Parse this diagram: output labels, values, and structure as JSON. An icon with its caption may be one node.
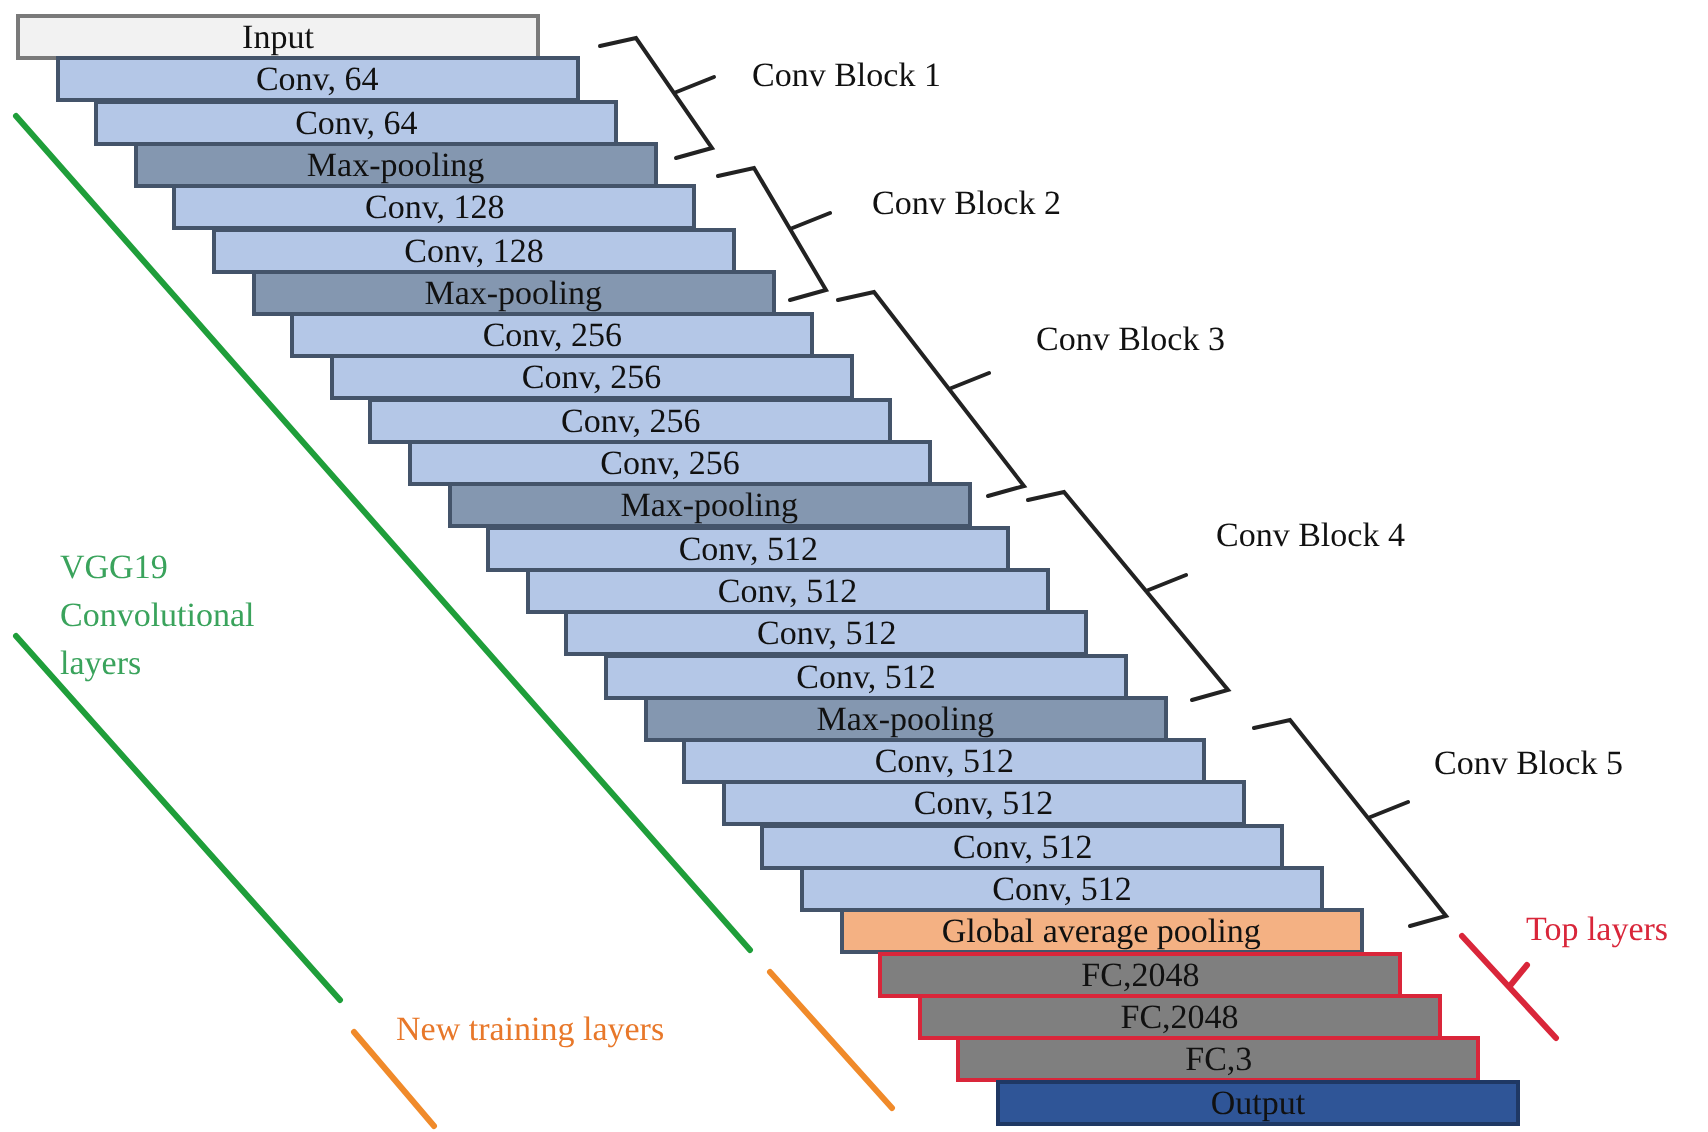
{
  "diagram": {
    "nodes": [
      {
        "text": [
          "Input"
        ]
      },
      {
        "text": [
          "Conv, 64"
        ]
      },
      {
        "text": [
          "Conv, 64"
        ]
      },
      {
        "text": [
          "Max-pooling"
        ]
      },
      {
        "text": [
          "Conv, 128"
        ]
      },
      {
        "text": [
          "Conv, 128"
        ]
      },
      {
        "text": [
          "Max-pooling"
        ]
      },
      {
        "text": [
          "Conv, 256"
        ]
      },
      {
        "text": [
          "Conv, 256"
        ]
      },
      {
        "text": [
          "Conv, 256"
        ]
      },
      {
        "text": [
          "Conv, 256"
        ]
      },
      {
        "text": [
          "Max-pooling"
        ]
      },
      {
        "text": [
          "Conv, 512"
        ]
      },
      {
        "text": [
          "Conv, 512"
        ]
      },
      {
        "text": [
          "Conv, 512"
        ]
      },
      {
        "text": [
          "Conv, 512"
        ]
      },
      {
        "text": [
          "Max-pooling"
        ]
      },
      {
        "text": [
          "Conv, 512"
        ]
      },
      {
        "text": [
          "Conv, 512"
        ]
      },
      {
        "text": [
          "Conv, 512"
        ]
      },
      {
        "text": [
          "Conv, 512"
        ]
      },
      {
        "text": [
          "Global average pooling"
        ]
      },
      {
        "text": [
          "FC,2048"
        ]
      },
      {
        "text": [
          "FC,2048"
        ]
      },
      {
        "text": [
          "FC,3"
        ]
      },
      {
        "text": [
          "Output"
        ]
      }
    ],
    "labels": [
      "Conv Block 1",
      "Conv Block 2",
      "Conv Block 3",
      "Conv Block 4",
      "Conv Block 5",
      "VGG19 Convolutional layers",
      "New training layers",
      "Top layers"
    ]
  }
}
